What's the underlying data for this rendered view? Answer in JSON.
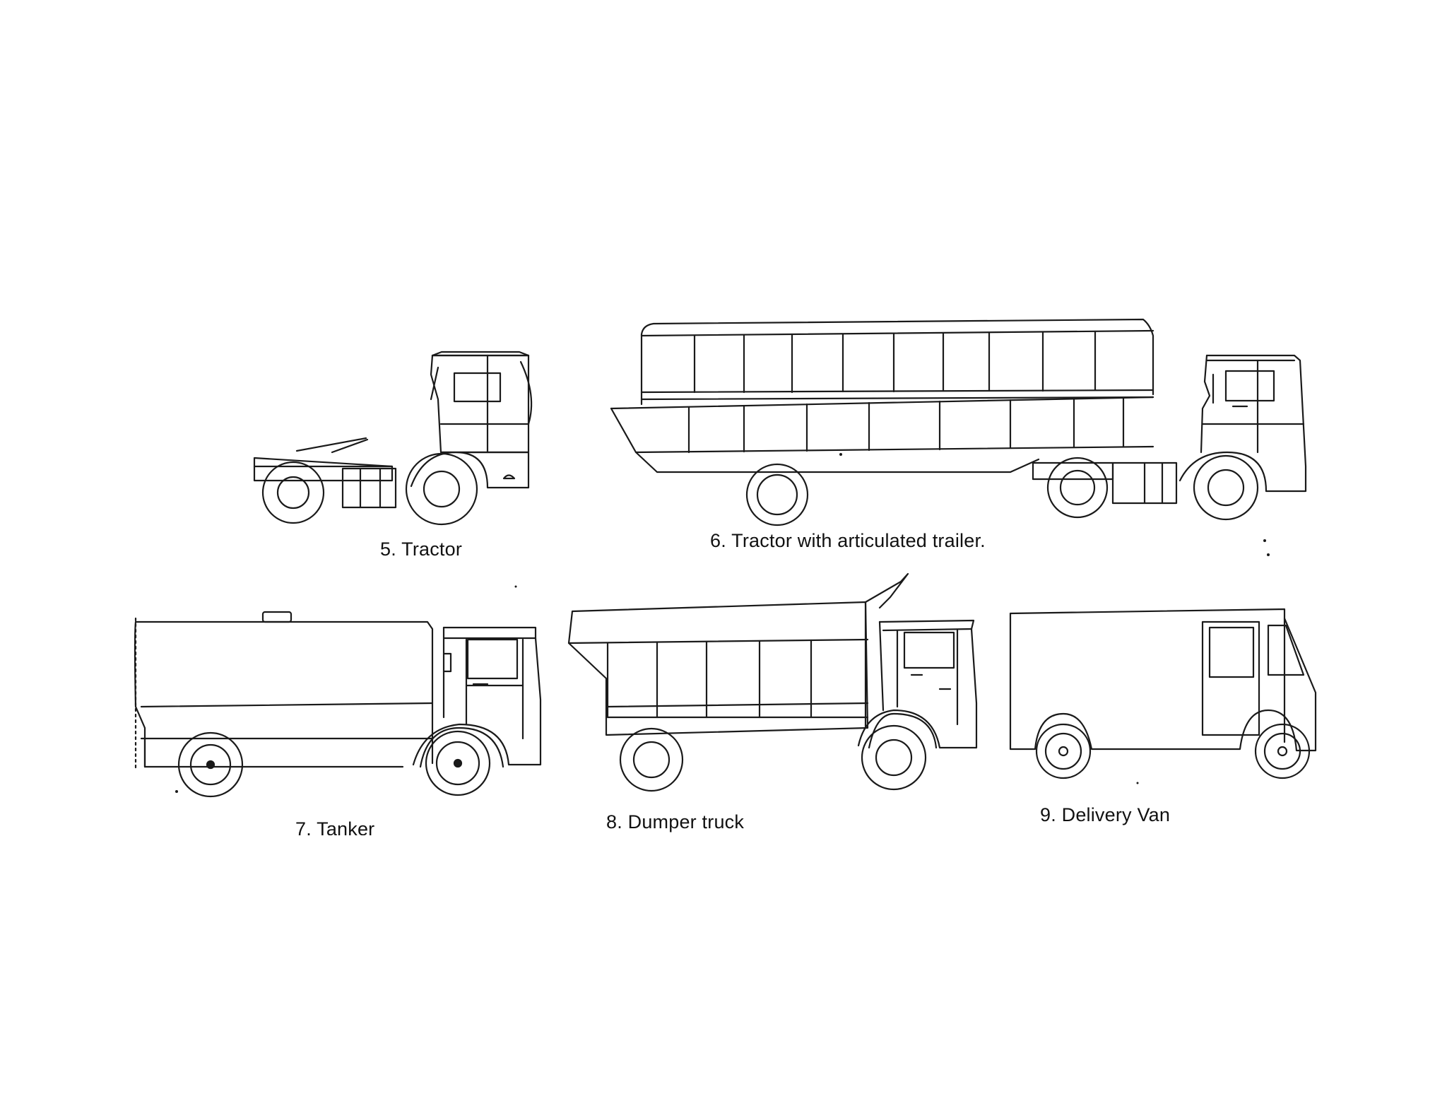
{
  "figure": {
    "labels": {
      "tractor": "5. Tractor",
      "articulated": "6. Tractor with articulated trailer.",
      "tanker": "7. Tanker",
      "dumper": "8. Dumper truck",
      "van": "9. Delivery Van"
    },
    "colors": {
      "ink": "#1a1a1a",
      "paper": "#ffffff"
    }
  }
}
